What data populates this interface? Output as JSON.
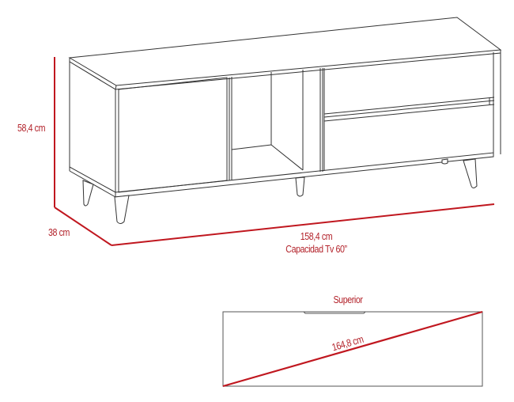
{
  "diagram": {
    "subject": "TV stand dimension drawing",
    "dimensions": {
      "height": "58,4 cm",
      "depth": "38 cm",
      "width": "158,4 cm",
      "tv_capacity": "Capacidad Tv 60”"
    },
    "top_view": {
      "title": "Superior",
      "diagonal": "164,8 cm"
    },
    "colors": {
      "dimension_line": "#c0171f",
      "label_text": "#b3232b",
      "outline": "#333333"
    }
  }
}
